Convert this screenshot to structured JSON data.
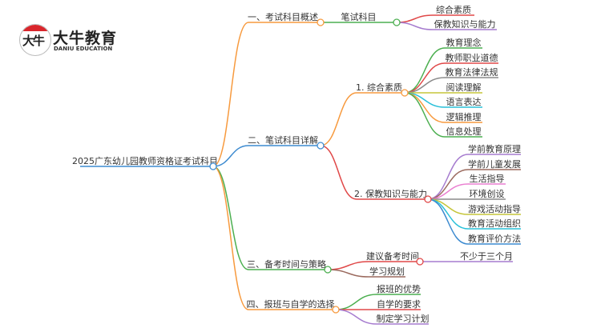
{
  "logo": {
    "name": "大牛教育",
    "subtitle": "DANIU EDUCATION",
    "mark_text": "大牛"
  },
  "colors": {
    "orange": "#f79a3e",
    "blue": "#3d8bd0",
    "green": "#4caf50",
    "red": "#e04848",
    "purple": "#a67ccf",
    "gray": "#8a8a8a",
    "olive": "#c5c53a",
    "cyan": "#29c0d9",
    "brown": "#9b6a5e",
    "pink": "#ea7fd0"
  },
  "root": {
    "title": "2025广东幼儿园教师资格证考试科目"
  },
  "branches": [
    {
      "label": "一、考试科目概述",
      "children": [
        {
          "label": "笔试科目",
          "children": [
            {
              "label": "综合素质"
            },
            {
              "label": "保教知识与能力"
            }
          ]
        }
      ]
    },
    {
      "label": "二、笔试科目详解",
      "children": [
        {
          "label": "1. 综合素质",
          "children": [
            {
              "label": "教育理念"
            },
            {
              "label": "教师职业道德"
            },
            {
              "label": "教育法律法规"
            },
            {
              "label": "阅读理解"
            },
            {
              "label": "语言表达"
            },
            {
              "label": "逻辑推理"
            },
            {
              "label": "信息处理"
            }
          ]
        },
        {
          "label": "2. 保教知识与能力",
          "children": [
            {
              "label": "学前教育原理"
            },
            {
              "label": "学前儿童发展"
            },
            {
              "label": "生活指导"
            },
            {
              "label": "环境创设"
            },
            {
              "label": "游戏活动指导"
            },
            {
              "label": "教育活动组织"
            },
            {
              "label": "教育评价方法"
            }
          ]
        }
      ]
    },
    {
      "label": "三、备考时间与策略",
      "children": [
        {
          "label": "建议备考时间",
          "children": [
            {
              "label": "不少于三个月"
            }
          ]
        },
        {
          "label": "学习规划"
        }
      ]
    },
    {
      "label": "四、报班与自学的选择",
      "children": [
        {
          "label": "报班的优势"
        },
        {
          "label": "自学的要求"
        },
        {
          "label": "制定学习计划"
        }
      ]
    }
  ]
}
